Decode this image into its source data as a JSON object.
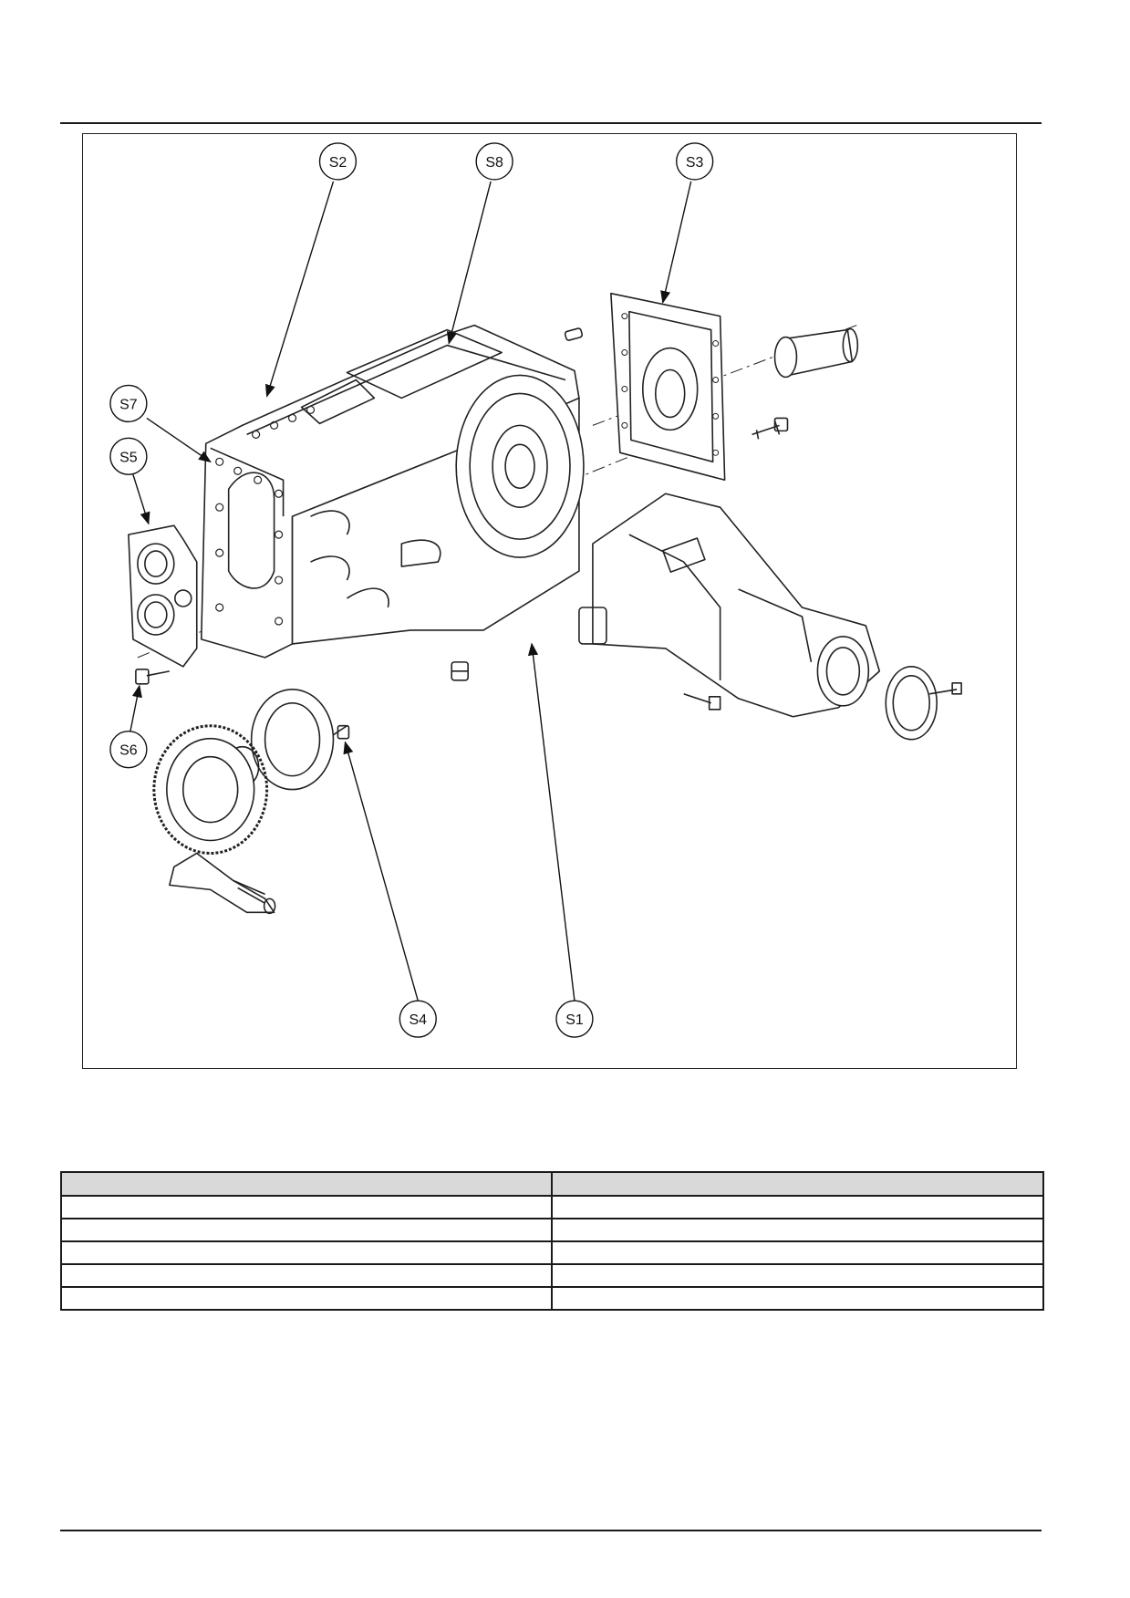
{
  "figure": {
    "callouts": [
      {
        "id": "S1",
        "label": "S1"
      },
      {
        "id": "S2",
        "label": "S2"
      },
      {
        "id": "S3",
        "label": "S3"
      },
      {
        "id": "S4",
        "label": "S4"
      },
      {
        "id": "S5",
        "label": "S5"
      },
      {
        "id": "S6",
        "label": "S6"
      },
      {
        "id": "S7",
        "label": "S7"
      },
      {
        "id": "S8",
        "label": "S8"
      }
    ]
  },
  "table": {
    "header": [
      "",
      ""
    ],
    "rows": [
      [
        "",
        ""
      ],
      [
        "",
        ""
      ],
      [
        "",
        ""
      ],
      [
        "",
        ""
      ],
      [
        "",
        ""
      ]
    ]
  },
  "colors": {
    "line": "#1a1a1a",
    "header_fill": "#d9d9d9"
  }
}
